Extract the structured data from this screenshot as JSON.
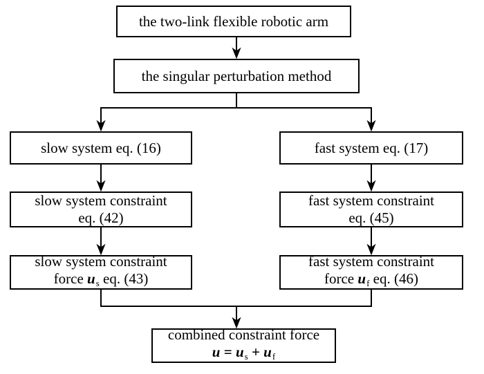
{
  "figure": {
    "description": "flowchart of constraint force derivation for a two-link flexible robotic arm via the singular perturbation method",
    "colors": {
      "background": "#ffffff",
      "line": "#000000",
      "text": "#000000"
    },
    "nodes": {
      "arm": {
        "line1": "the two-link flexible robotic arm"
      },
      "spm": {
        "line1": "the singular perturbation method"
      },
      "slow": {
        "line1": "slow system eq. (16)"
      },
      "fast": {
        "line1": "fast system eq. (17)"
      },
      "slow_constraint": {
        "line1": "slow system constraint",
        "line2": "eq. (42)"
      },
      "fast_constraint": {
        "line1": "fast system constraint",
        "line2": "eq. (45)"
      },
      "slow_force": {
        "line1": "slow system constraint",
        "pre": "force ",
        "sym": "u",
        "sub": "s",
        "post": " eq. (43)"
      },
      "fast_force": {
        "line1": "fast system constraint",
        "pre": "force ",
        "sym": "u",
        "sub": "f",
        "post": " eq. (46)"
      },
      "combined": {
        "line1": "combined constraint force",
        "f_u1": "u",
        "f_eq": " = ",
        "f_u2": "u",
        "f_sub2": "s",
        "f_plus": " + ",
        "f_u3": "u",
        "f_sub3": "f"
      }
    }
  }
}
